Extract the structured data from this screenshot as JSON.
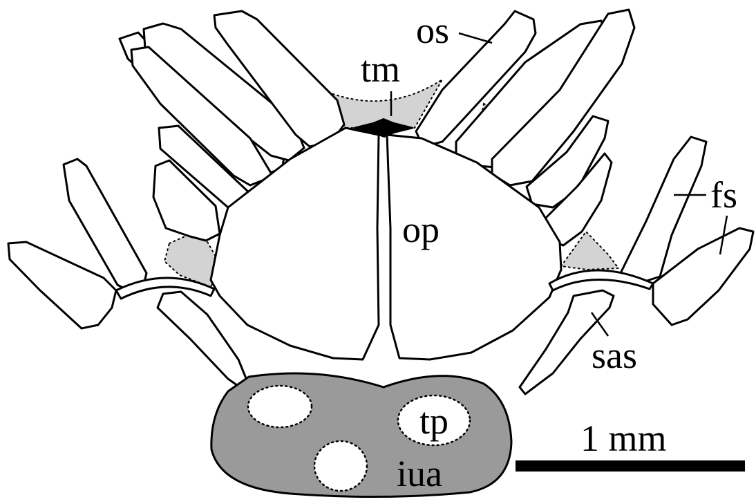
{
  "labels": {
    "os": "os",
    "tm": "tm",
    "op": "op",
    "fs": "fs",
    "sas": "sas",
    "tp": "tp",
    "iua": "iua"
  },
  "scale_bar": {
    "label": "1 mm"
  },
  "colors": {
    "outline": "#000000",
    "membrane": "#d3d3d3",
    "plate": "#9a9a9a",
    "background": "#ffffff"
  }
}
